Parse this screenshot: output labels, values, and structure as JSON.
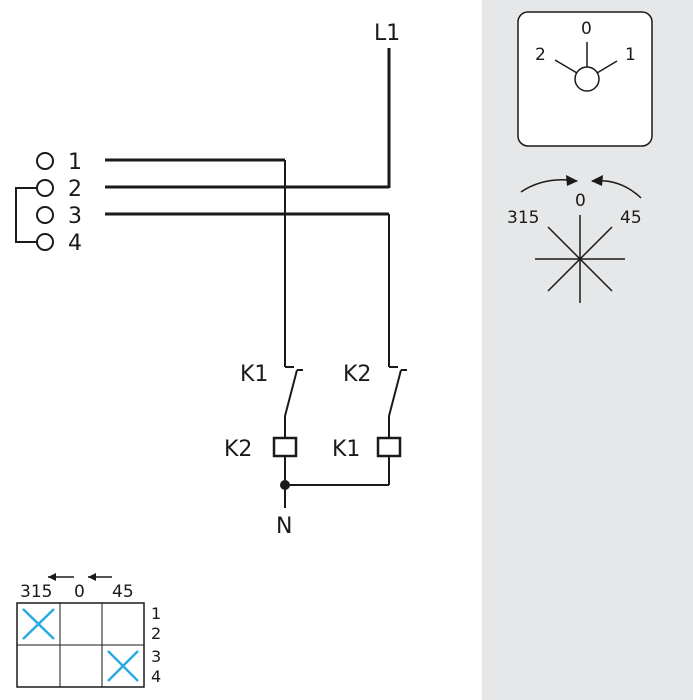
{
  "colors": {
    "panel": "#e6e7e8",
    "line": "#1a1a1a",
    "contact_mark": "#29abe2",
    "card": "#ffffff"
  },
  "schematic": {
    "supply_label": "L1",
    "neutral_label": "N",
    "terminals": [
      "1",
      "2",
      "3",
      "4"
    ],
    "contact_k1_label": "K1",
    "contact_k2_label": "K2",
    "coil_left_label": "K2",
    "coil_right_label": "K1"
  },
  "switch_positions": {
    "knob": {
      "center": "0",
      "left": "2",
      "right": "1"
    },
    "angles": {
      "center": "0",
      "left": "315",
      "right": "45"
    }
  },
  "contact_table": {
    "header": [
      "315",
      "0",
      "45"
    ],
    "row_labels": [
      "1",
      "2",
      "3",
      "4"
    ],
    "closed_cells": [
      [
        0,
        0
      ],
      [
        1,
        2
      ]
    ]
  }
}
